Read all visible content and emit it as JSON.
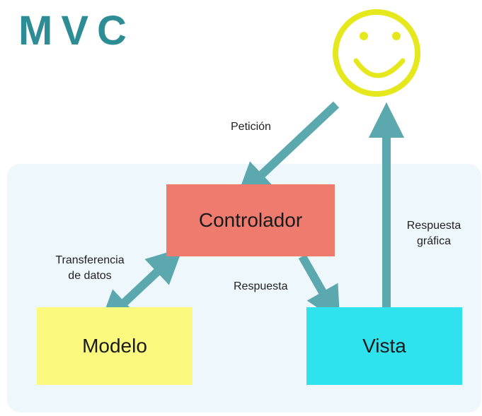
{
  "title": "MVC",
  "nodes": {
    "controller": "Controlador",
    "model": "Modelo",
    "view": "Vista"
  },
  "edges": {
    "request": "Petición",
    "data_transfer_line1": "Transferencia",
    "data_transfer_line2": "de datos",
    "response": "Respuesta",
    "graphic_response_line1": "Respuesta",
    "graphic_response_line2": "gráfica"
  },
  "colors": {
    "title": "#2E8C95",
    "arrow": "#5BA8AF",
    "controller": "#EE7B6E",
    "model": "#FCFA7E",
    "view": "#2EE3EE",
    "panel": "#EEF8FC",
    "user_face": "#E6E81E"
  },
  "icons": {
    "user": "smiley-face-icon"
  }
}
